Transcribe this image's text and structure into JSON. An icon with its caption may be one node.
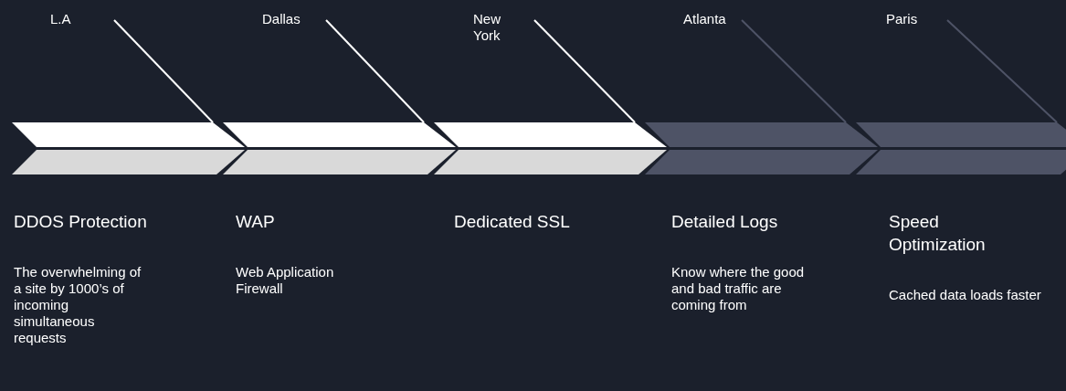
{
  "diagram": {
    "nodes": [
      {
        "text": [
          "L.A"
        ]
      },
      {
        "text": [
          "Dallas"
        ]
      },
      {
        "text": [
          "New York"
        ]
      },
      {
        "text": [
          "Atlanta"
        ]
      },
      {
        "text": [
          "Paris"
        ]
      },
      {
        "text": [],
        "shape": "chevron"
      },
      {
        "text": [],
        "shape": "chevron"
      },
      {
        "text": [],
        "shape": "chevron"
      },
      {
        "text": [],
        "shape": "chevron"
      },
      {
        "text": [],
        "shape": "chevron"
      }
    ],
    "edges": [
      {
        "from": 0,
        "to": 5,
        "arrow": "none"
      },
      {
        "from": 1,
        "to": 6,
        "arrow": "none"
      },
      {
        "from": 2,
        "to": 7,
        "arrow": "none"
      },
      {
        "from": 3,
        "to": 8,
        "arrow": "none",
        "color": "#4e5366"
      },
      {
        "from": 4,
        "to": 9,
        "arrow": "none",
        "color": "#4e5366"
      }
    ],
    "labels": [
      "DDOS Protection",
      "The overwhelming of a site by 1000’s of incoming simultaneous requests",
      "WAP",
      "Web Application Firewall",
      "Dedicated SSL",
      "Detailed Logs",
      "Know where the good and bad traffic are coming from",
      "Speed Optimization",
      "Cached data loads faster"
    ]
  }
}
